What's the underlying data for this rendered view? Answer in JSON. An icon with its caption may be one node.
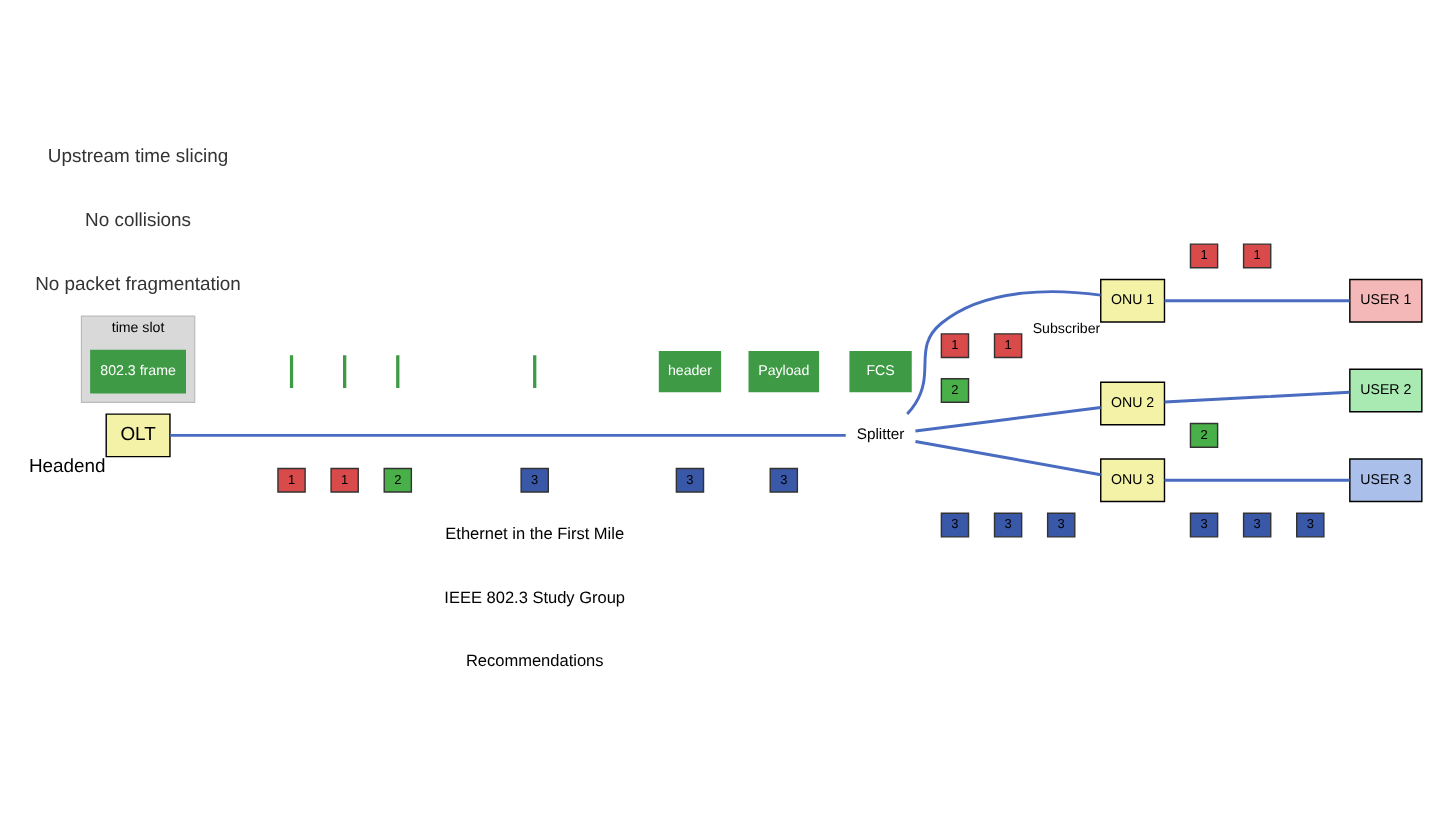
{
  "diagram": {
    "nodes": [
      {
        "text": [
          "OLT"
        ],
        "beside": [
          "Headend"
        ]
      },
      {
        "text": [
          "Splitter"
        ]
      },
      {
        "text": [
          "ONU 1"
        ],
        "beside": [
          "Subscriber"
        ]
      },
      {
        "text": [
          "USER 1"
        ]
      },
      {
        "text": [
          "ONU 2"
        ]
      },
      {
        "text": [
          "USER 2"
        ]
      },
      {
        "text": [
          "ONU 3"
        ]
      },
      {
        "text": [
          "USER 3"
        ]
      },
      {
        "text": [
          "time slot"
        ]
      },
      {
        "text": [
          "802.3 frame"
        ],
        "in": 8
      },
      {
        "text": [],
        "shape": "bar"
      },
      {
        "text": [],
        "shape": "bar"
      },
      {
        "text": [],
        "shape": "bar"
      },
      {
        "text": [],
        "shape": "bar"
      },
      {
        "text": [
          "header"
        ]
      },
      {
        "text": [
          "Payload"
        ]
      },
      {
        "text": [
          "FCS"
        ]
      }
    ],
    "edges": [
      {
        "from": 0,
        "to": 1,
        "arrow": "none"
      },
      {
        "from": 1,
        "to": 2,
        "arrow": "none"
      },
      {
        "from": 1,
        "to": 4,
        "arrow": "none"
      },
      {
        "from": 1,
        "to": 6,
        "arrow": "none"
      },
      {
        "from": 2,
        "to": 3,
        "arrow": "none"
      },
      {
        "from": 4,
        "to": 5,
        "arrow": "none"
      },
      {
        "from": 6,
        "to": 7,
        "arrow": "none"
      }
    ],
    "labels": [
      "Upstream time slicing",
      "No collisions",
      "No packet fragmentation",
      "1",
      "1",
      "1",
      "1",
      "1",
      "1",
      "2",
      "3",
      "3",
      "3",
      "2",
      "2",
      "3",
      "3",
      "3",
      "3",
      "3",
      "3",
      "Ethernet in the First Mile",
      "IEEE 802.3 Study Group",
      "Recommendations"
    ]
  }
}
